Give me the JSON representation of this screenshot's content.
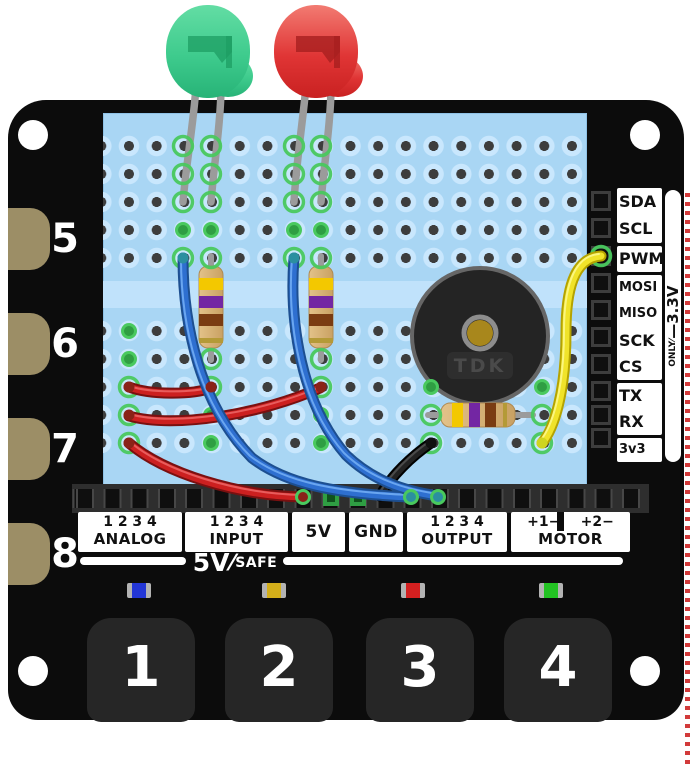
{
  "board": {
    "type": "black add-on board with mini breadboard",
    "breadboard_color": "#a9d6f4",
    "board_color": "#0c0c0c"
  },
  "left_pads": {
    "labels": [
      "5",
      "6",
      "7",
      "8"
    ],
    "pad_color": "#9c8e66"
  },
  "touch_pads": {
    "labels": [
      "1",
      "2",
      "3",
      "4"
    ]
  },
  "right_header": {
    "labels": [
      "SDA",
      "SCL",
      "PWM",
      "MOSI",
      "MISO",
      "SCK",
      "CS",
      "TX",
      "RX",
      "3v3"
    ],
    "side_note": {
      "voltage": "—3.3V",
      "slash": "⁄",
      "word": "ONLY"
    }
  },
  "bottom_labels": {
    "analog": {
      "numbers": "1 2 3 4",
      "name": "ANALOG"
    },
    "input": {
      "numbers": "1 2 3 4",
      "name": "INPUT"
    },
    "five_v": "5V",
    "gnd": "GND",
    "output": {
      "numbers": "1 2 3 4",
      "name": "OUTPUT"
    },
    "motor": {
      "plus1": "+1−",
      "plus2": "+2−",
      "name": "MOTOR"
    }
  },
  "safe_badge": {
    "big": "5V",
    "slash": "⁄",
    "small": "SAFE"
  },
  "buzzer": {
    "label": "TDK",
    "body_color": "#242424",
    "center_color": "#a8871c"
  },
  "indicator_leds": [
    {
      "name": "blue-led",
      "color": "#2336d6"
    },
    {
      "name": "yellow-led",
      "color": "#d4af1a"
    },
    {
      "name": "red-led",
      "color": "#d42020"
    },
    {
      "name": "green-led",
      "color": "#23c323"
    }
  ],
  "components": {
    "green_led": {
      "color": "#3ecb8d"
    },
    "red_led": {
      "color": "#e03535"
    },
    "resistors": {
      "count": 3,
      "bands": [
        "yellow",
        "violet",
        "brown",
        "gold"
      ],
      "body_color": "#d7b273"
    },
    "wires": [
      {
        "name": "blue-wire-1",
        "color": "#2e6fd0"
      },
      {
        "name": "blue-wire-2",
        "color": "#2e6fd0"
      },
      {
        "name": "red-wire-1",
        "color": "#cc2020"
      },
      {
        "name": "red-wire-2",
        "color": "#cc2020"
      },
      {
        "name": "red-wire-3",
        "color": "#cc2020"
      },
      {
        "name": "black-wire",
        "color": "#1f1f1f"
      },
      {
        "name": "yellow-wire",
        "color": "#f0e32a"
      }
    ],
    "highlight_color": "#49c95e"
  }
}
